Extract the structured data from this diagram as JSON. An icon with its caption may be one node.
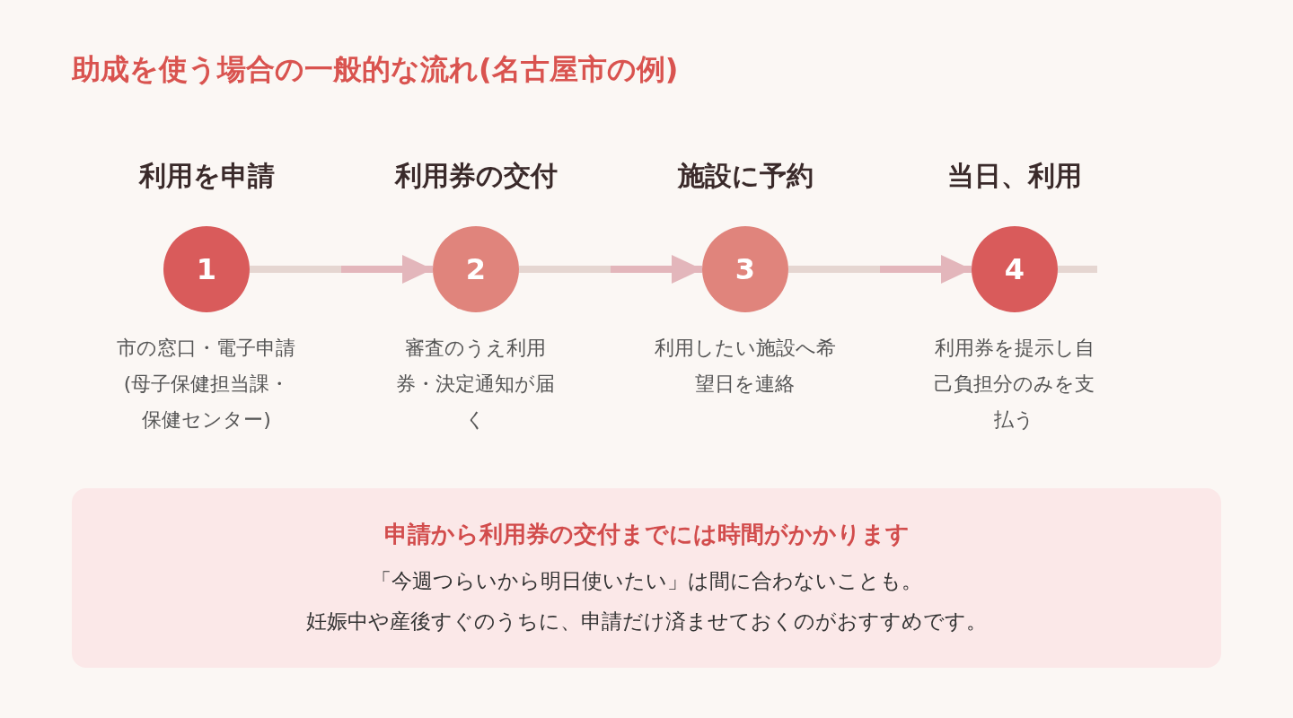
{
  "diagram": {
    "title": "助成を使う場合の一般的な流れ(名古屋市の例)",
    "nodes": [
      {
        "text": [
          "1"
        ],
        "beside": [
          "利用を申請",
          "市の窓口・電子申請(母子保健担当課・保健センター)"
        ]
      },
      {
        "text": [
          "2"
        ],
        "beside": [
          "利用券の交付",
          "審査のうえ利用券・決定通知が届く"
        ]
      },
      {
        "text": [
          "3"
        ],
        "beside": [
          "施設に予約",
          "利用したい施設へ希望日を連絡"
        ]
      },
      {
        "text": [
          "4"
        ],
        "beside": [
          "当日、利用",
          "利用券を提示し自己負担分のみを支払う"
        ]
      },
      {
        "text": [
          "申請から利用券の交付までには時間がかかります",
          "「今週つらいから明日使いたい」は間に合わないことも。",
          "妊娠中や産後すぐのうちに、申請だけ済ませておくのがおすすめです。"
        ]
      }
    ],
    "edges": [
      {
        "from": 0,
        "to": 1,
        "arrow": "to"
      },
      {
        "from": 1,
        "to": 2,
        "arrow": "to"
      },
      {
        "from": 2,
        "to": 3,
        "arrow": "to"
      },
      {
        "from": 3,
        "to": null,
        "arrow": "none"
      }
    ]
  }
}
